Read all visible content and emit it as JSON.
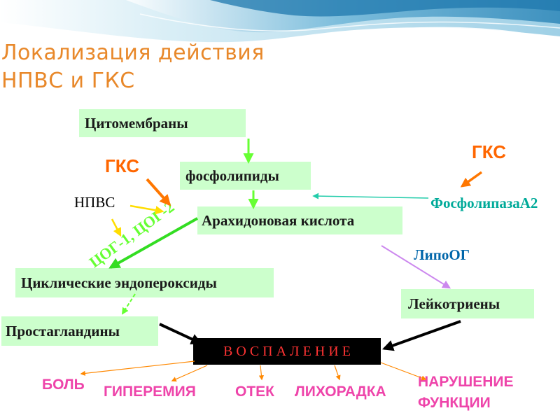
{
  "title": {
    "line1": "Локализация действия",
    "line2": "НПВС и ГКС"
  },
  "boxes": {
    "cytomembranes": "Цитомембраны",
    "phospholipids": "фосфолипиды",
    "arachidonic_acid": "Арахидоновая кислота",
    "cyclic_endoperoxides": "Циклические эндопероксиды",
    "prostaglandins": "Простагландины",
    "leukotrienes": "Лейкотриены"
  },
  "labels": {
    "gks_left": "ГКС",
    "gks_right": "ГКС",
    "npvs": "НПВС",
    "cox": "ЦОГ-1, ЦОГ-2",
    "phospholipase": "ФосфолипазаА2",
    "lipoxygenase": "ЛипоОГ"
  },
  "inflammation": "В О С П А Л Е Н И Е",
  "outcomes": {
    "pain": "БОЛЬ",
    "hyperemia": "ГИПЕРЕМИЯ",
    "edema": "ОТЕК",
    "fever": "ЛИХОРАДКА",
    "dysfunction_line1": "НАРУШЕНИЕ",
    "dysfunction_line2": "ФУНКЦИИ"
  },
  "colors": {
    "box_fill": "#ccffcc",
    "title": "#e8882a",
    "gks": "#ff6600",
    "cox_text": "#66ff33",
    "phospholipase": "#00aa99",
    "lipoxygenase": "#0066aa",
    "outcomes": "#ee44aa",
    "inflammation_bg": "#000000",
    "inflammation_text": "#ff3333"
  }
}
